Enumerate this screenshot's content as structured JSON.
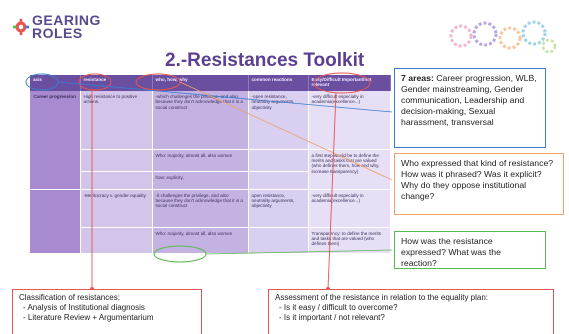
{
  "logo": {
    "line1": "GEARING",
    "line2": "ROLES"
  },
  "title": "2.-Resistances Toolkit",
  "table": {
    "headers": [
      "axis",
      "resistance",
      "who, how, why",
      "common reactions",
      "Easy/Difficult Important/not relevant"
    ],
    "area_label": "Career progression",
    "rows": [
      [
        "",
        "High resistance to positive actions.",
        "-which challenges the privilege, and also because they don't acknowledge that it is a social construct",
        "-open resistance, neutrality arguments, objectivity",
        "-very difficult especially in academia(excellence...)"
      ],
      [
        "",
        "",
        "Who: majority, almost all, also women",
        "",
        "a first step would be to define the merits and tasks that are valued (who defines them, how and why, increase transparency)"
      ],
      [
        "",
        "",
        "how: explicity,",
        "",
        ""
      ],
      [
        "",
        "-Meritocracy v. gender equality",
        "-it challenges the privilege, and also because they don't acknowledge that it is a social construct",
        "open resistance, neutrality arguments, objectivity",
        "-very difficult especially in academia(excellence...)"
      ],
      [
        "",
        "",
        "Who: majority, almost all, also women",
        "",
        "Transparency: to define the merits and tasks that are valued (who defines them)"
      ]
    ]
  },
  "notes": {
    "areas_lead": "7 areas:",
    "areas_text": " Career progression, WLB, Gender mainstreaming, Gender communication, Leadership and decision-making, Sexual harassment, transversal",
    "who_text": "Who expressed that kind of resistance? How was it phrased? Was it explicit? Why do they oppose institutional change?",
    "how_text": "How was the resistance expressed? What was the reaction?"
  },
  "bottom_left": {
    "heading": "Classification of resistances:",
    "items": [
      "Analysis of Institutional diagnosis",
      "Literature Review + Argumentarium"
    ]
  },
  "bottom_right": {
    "heading": "Assessment of the resistance in relation to the equality plan:",
    "items": [
      "Is it easy / difficult to overcome?",
      "Is it important / not relevant?"
    ]
  },
  "colors": {
    "title": "#5b3f91",
    "header_bg": "#6a4fa0",
    "annotation_red": "#e8544f",
    "annotation_blue": "#3a7fd1",
    "annotation_orange": "#f0a06a",
    "annotation_green": "#5ab84f"
  }
}
